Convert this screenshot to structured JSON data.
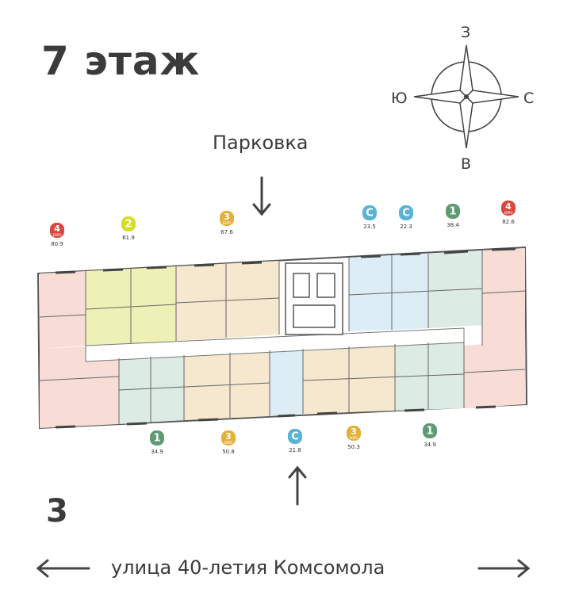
{
  "floor_title": "7 этаж",
  "parking_label": "Парковка",
  "section_number": "3",
  "street_label": "улица 40-летия Комсомола",
  "compass": {
    "north": "З",
    "south": "В",
    "west": "Ю",
    "east": "С"
  },
  "colors": {
    "four_room": "#d9473f",
    "two_room": "#d7dc25",
    "three_room": "#e5b03a",
    "studio": "#5ab3d3",
    "one_room": "#5e9a73",
    "four_fill": "#f7ddd5",
    "two_fill": "#eef1b6",
    "three_fill": "#f6e7cf",
    "studio_fill": "#dcedf5",
    "one_fill": "#dcebe3"
  },
  "apartments_top": [
    {
      "type": "4",
      "sub": "ЕВРО",
      "area": "80.9",
      "kind": "four"
    },
    {
      "type": "2",
      "sub": "",
      "area": "61.9",
      "kind": "two"
    },
    {
      "type": "3",
      "sub": "ЕВРО",
      "area": "67.6",
      "kind": "three"
    },
    {
      "type": "С",
      "sub": "",
      "area": "23.5",
      "kind": "studio"
    },
    {
      "type": "С",
      "sub": "",
      "area": "22.3",
      "kind": "studio"
    },
    {
      "type": "1",
      "sub": "",
      "area": "38.4",
      "kind": "one"
    },
    {
      "type": "4",
      "sub": "ЕВРО",
      "area": "82.6",
      "kind": "four"
    }
  ],
  "apartments_bottom": [
    {
      "type": "1",
      "sub": "",
      "area": "34.9",
      "kind": "one"
    },
    {
      "type": "3",
      "sub": "ЕВРО",
      "area": "50.8",
      "kind": "three"
    },
    {
      "type": "С",
      "sub": "",
      "area": "21.8",
      "kind": "studio"
    },
    {
      "type": "3",
      "sub": "ЕВРО",
      "area": "50.3",
      "kind": "three"
    },
    {
      "type": "1",
      "sub": "",
      "area": "34.9",
      "kind": "one"
    }
  ]
}
